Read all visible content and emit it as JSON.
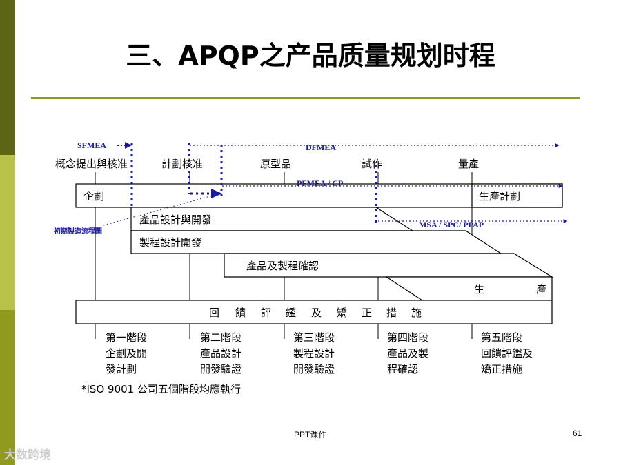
{
  "slide": {
    "title": "三、APQP之产品质量规划时程",
    "footer_center": "PPT课件",
    "page_number": "61",
    "watermark": "大数跨境"
  },
  "diagram": {
    "tools": {
      "sfmea": "SFMEA",
      "dfmea": "DFMEA",
      "pfmea_cp": "PFMEA / CP",
      "msa": "MSA / SPC/ PPAP",
      "flow": "初期製造流程圖"
    },
    "milestones": [
      "概念提出與核准",
      "計劃核准",
      "原型品",
      "試作",
      "量產"
    ],
    "bars": {
      "plan": "企劃",
      "product_design": "產品設計與開發",
      "process_design": "製程設計開發",
      "validation": "產品及製程確認",
      "production_plan": "生產計劃",
      "production": [
        "生",
        "產"
      ],
      "feedback": [
        "回",
        "饋",
        "評",
        "鑑",
        "及",
        "矯",
        "正",
        "措",
        "施"
      ]
    },
    "phases": [
      [
        "第一階段",
        "企劃及開",
        "發計劃"
      ],
      [
        "第二階段",
        "產品設計",
        "開發驗證"
      ],
      [
        "第三階段",
        "製程設計",
        "開發驗證"
      ],
      [
        "第四階段",
        "產品及製",
        "程確認"
      ],
      [
        "第五階段",
        "回饋評鑑及",
        "矯正措施"
      ]
    ],
    "note": "*ISO 9001 公司五個階段均應執行",
    "colors": {
      "tool_label": "#1a1aa6",
      "dotted": "#1a1aa6",
      "line": "#000000"
    }
  }
}
